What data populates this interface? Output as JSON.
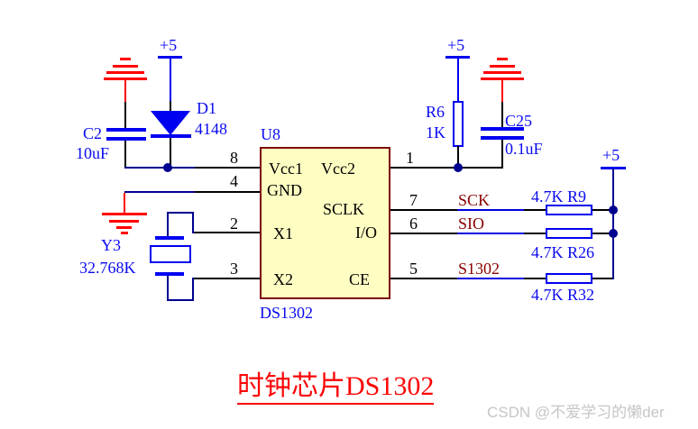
{
  "schematic": {
    "power_label": "+5",
    "chip": {
      "designator": "U8",
      "part": "DS1302",
      "ports": {
        "vcc1": "Vcc1",
        "vcc2": "Vcc2",
        "gnd": "GND",
        "sclk": "SCLK",
        "x1": "X1",
        "io": "I/O",
        "x2": "X2",
        "ce": "CE"
      },
      "pins": {
        "p8": "8",
        "p4": "4",
        "p2": "2",
        "p3": "3",
        "p1": "1",
        "p7": "7",
        "p6": "6",
        "p5": "5"
      }
    },
    "components": {
      "c2": {
        "ref": "C2",
        "value": "10uF"
      },
      "d1": {
        "ref": "D1",
        "value": "4148"
      },
      "r6": {
        "ref": "R6",
        "value": "1K"
      },
      "c25": {
        "ref": "C25",
        "value": "0.1uF"
      },
      "y3": {
        "ref": "Y3",
        "value": "32.768K"
      },
      "r9": {
        "label": "4.7K R9"
      },
      "r26": {
        "label": "4.7K R26"
      },
      "r32": {
        "label": "4.7K R32"
      }
    },
    "nets": {
      "sck": "SCK",
      "sio": "SIO",
      "s1302": "S1302"
    },
    "colors": {
      "component_blue": "#0b0bf0",
      "wire_black": "#000000",
      "wire_navy": "#000090",
      "ground_red": "#ff0000",
      "net_label_maroon": "#8b0000",
      "chip_fill": "#fffec2",
      "chip_border": "#7d0b06",
      "title_red": "#fb0606",
      "watermark_gray": "#c6c6c6"
    }
  },
  "title": {
    "text": "时钟芯片DS1302"
  },
  "watermark": {
    "text": "CSDN @不爱学习的懒der"
  }
}
